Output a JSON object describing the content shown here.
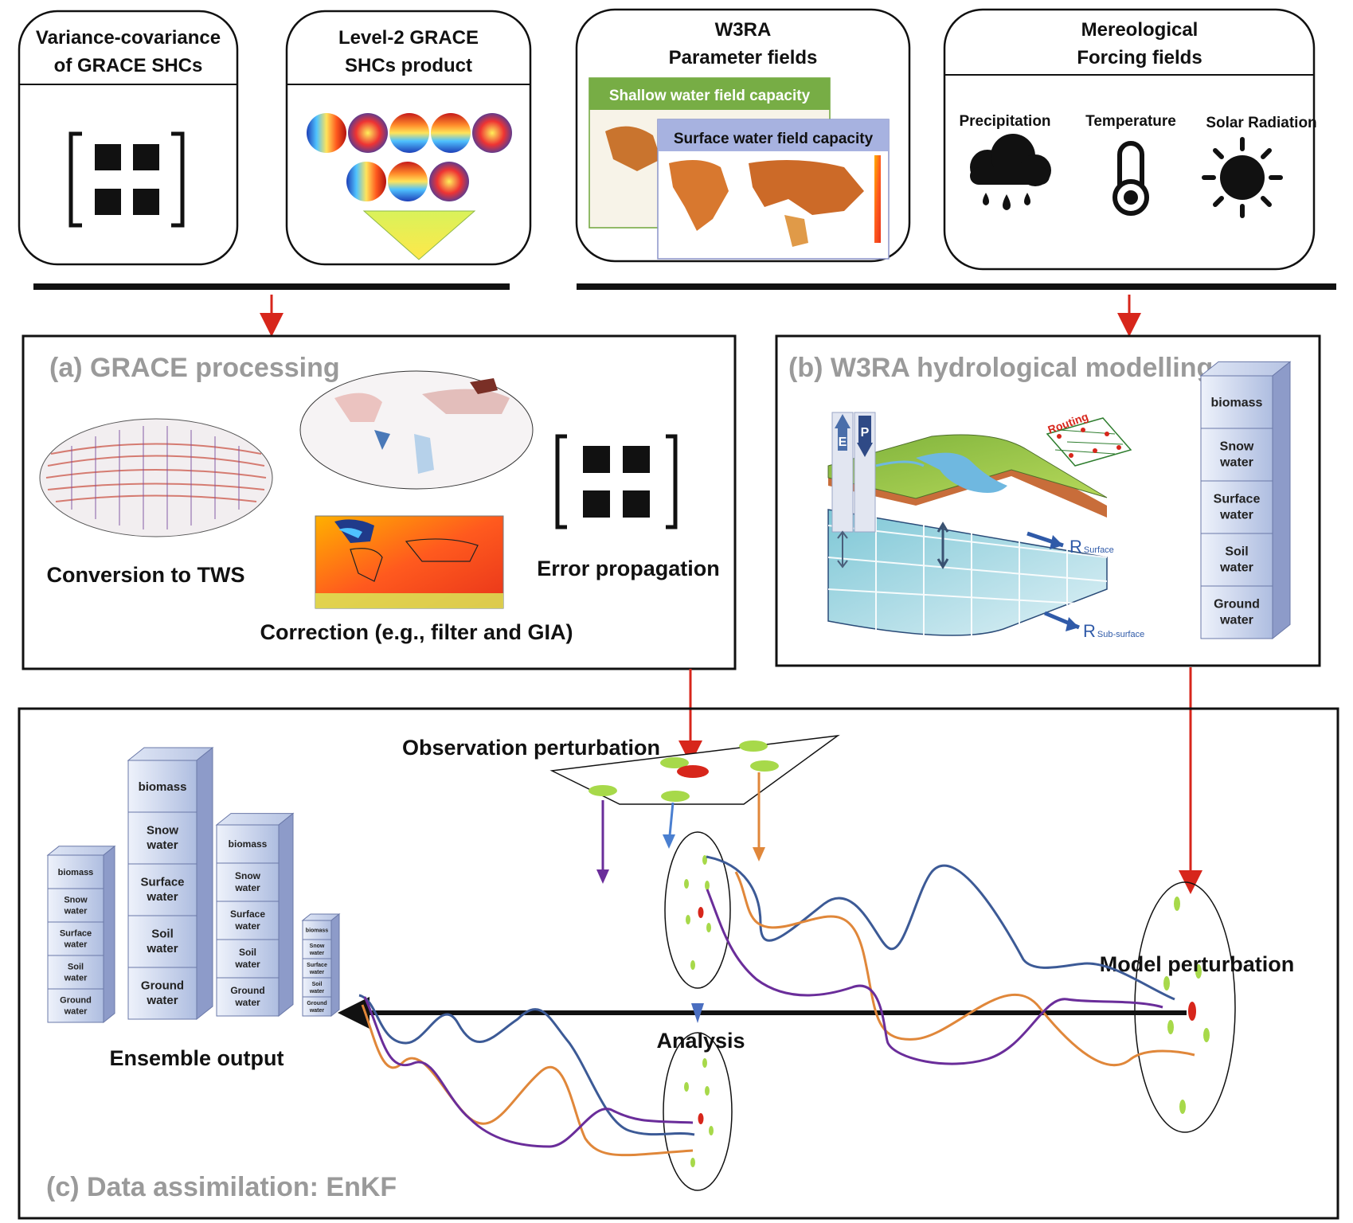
{
  "inputs": {
    "variance": {
      "line1": "Variance-covariance",
      "line2": "of GRACE SHCs"
    },
    "level2": {
      "line1": "Level-2 GRACE",
      "line2": "SHCs product"
    },
    "w3ra": {
      "line1": "W3RA",
      "line2": "Parameter fields",
      "layer1": "Shallow water field capacity",
      "layer2": "Surface water field capacity"
    },
    "forcing": {
      "line1": "Mereological",
      "line2": "Forcing fields",
      "precip": "Precipitation",
      "temp": "Temperature",
      "solar": "Solar Radiation"
    }
  },
  "panel_a": {
    "title": "(a) GRACE processing",
    "conversion": "Conversion to TWS",
    "correction": "Correction (e.g., filter and GIA)",
    "error": "Error propagation"
  },
  "panel_b": {
    "title": "(b) W3RA hydrological modelling",
    "e": "E",
    "p": "P",
    "routing": "Routing",
    "r": "R",
    "surface": "Surface",
    "subsurface": "Sub-surface"
  },
  "panel_c": {
    "title": "(c) Data assimilation: EnKF",
    "obs": "Observation perturbation",
    "model": "Model perturbation",
    "analysis": "Analysis",
    "ensemble": "Ensemble output"
  },
  "stack_layers": [
    {
      "l1": "biomass",
      "l2": ""
    },
    {
      "l1": "Snow",
      "l2": "water"
    },
    {
      "l1": "Surface",
      "l2": "water"
    },
    {
      "l1": "Soil",
      "l2": "water"
    },
    {
      "l1": "Ground",
      "l2": "water"
    }
  ],
  "colors": {
    "red_arrow": "#d7261b",
    "blue": "#3c5a96",
    "orange": "#e0873a",
    "purple": "#6a2d9a",
    "green_dot": "#a7d94a"
  }
}
